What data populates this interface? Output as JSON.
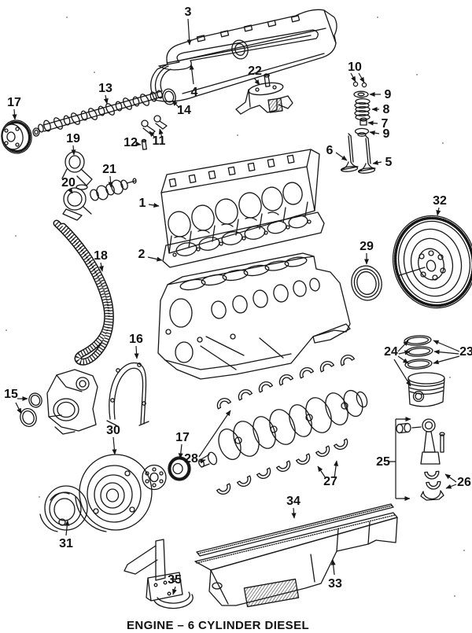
{
  "caption": "ENGINE – 6 CYLINDER DIESEL",
  "diagram": {
    "labels": [
      {
        "text": "3"
      },
      {
        "text": "4"
      },
      {
        "text": "22"
      },
      {
        "text": "10"
      },
      {
        "text": "9"
      },
      {
        "text": "8"
      },
      {
        "text": "7"
      },
      {
        "text": "9"
      },
      {
        "text": "6"
      },
      {
        "text": "5"
      },
      {
        "text": "17"
      },
      {
        "text": "13"
      },
      {
        "text": "14"
      },
      {
        "text": "12"
      },
      {
        "text": "11"
      },
      {
        "text": "19"
      },
      {
        "text": "20"
      },
      {
        "text": "21"
      },
      {
        "text": "1"
      },
      {
        "text": "2"
      },
      {
        "text": "18"
      },
      {
        "text": "32"
      },
      {
        "text": "29"
      },
      {
        "text": "16"
      },
      {
        "text": "15"
      },
      {
        "text": "30"
      },
      {
        "text": "17"
      },
      {
        "text": "28"
      },
      {
        "text": "27"
      },
      {
        "text": "24"
      },
      {
        "text": "23"
      },
      {
        "text": "25"
      },
      {
        "text": "26"
      },
      {
        "text": "34"
      },
      {
        "text": "33"
      },
      {
        "text": "31"
      },
      {
        "text": "35"
      }
    ]
  }
}
